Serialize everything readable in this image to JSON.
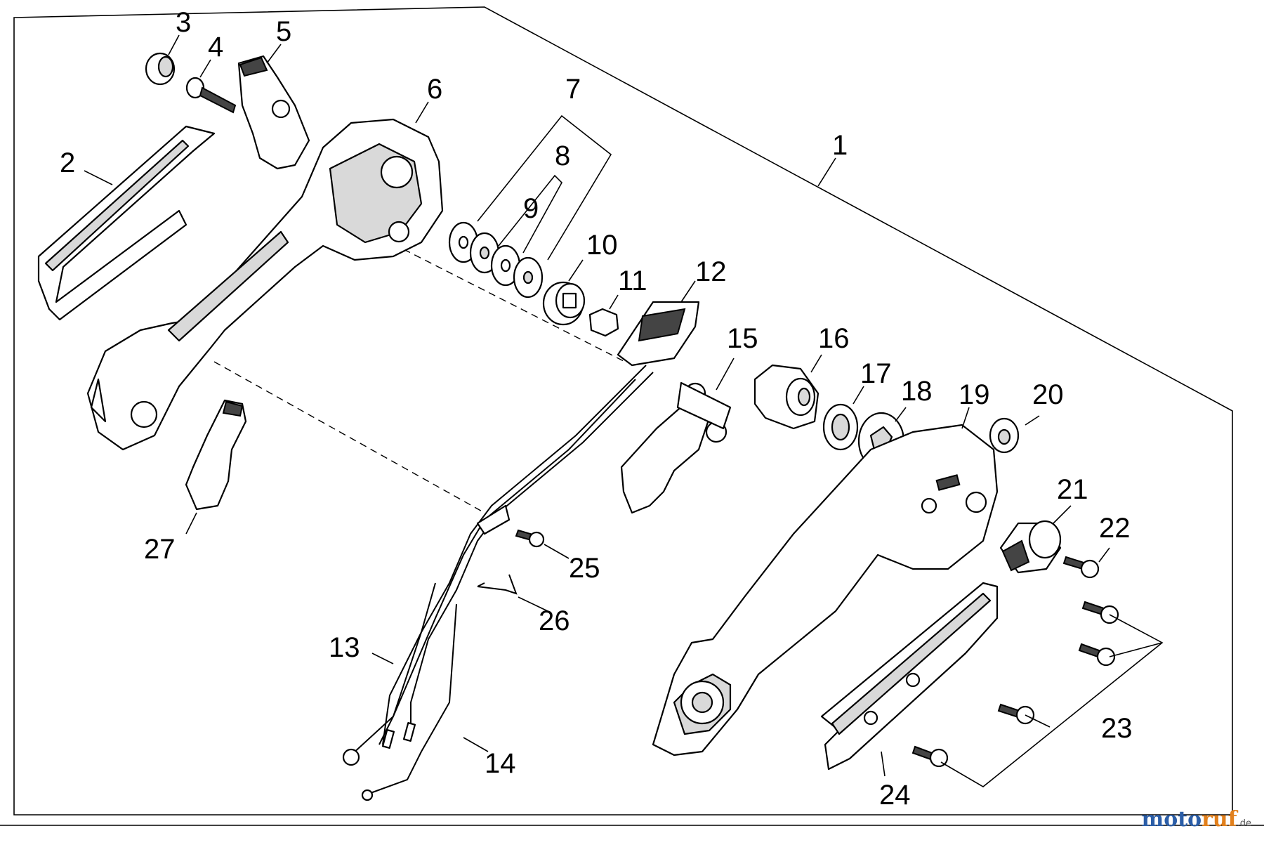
{
  "diagram": {
    "callouts": [
      {
        "id": "1",
        "label": "1"
      },
      {
        "id": "2",
        "label": "2"
      },
      {
        "id": "3",
        "label": "3"
      },
      {
        "id": "4",
        "label": "4"
      },
      {
        "id": "5",
        "label": "5"
      },
      {
        "id": "6",
        "label": "6"
      },
      {
        "id": "7",
        "label": "7"
      },
      {
        "id": "8",
        "label": "8"
      },
      {
        "id": "9",
        "label": "9"
      },
      {
        "id": "10",
        "label": "10"
      },
      {
        "id": "11",
        "label": "11"
      },
      {
        "id": "12",
        "label": "12"
      },
      {
        "id": "13",
        "label": "13"
      },
      {
        "id": "14",
        "label": "14"
      },
      {
        "id": "15",
        "label": "15"
      },
      {
        "id": "16",
        "label": "16"
      },
      {
        "id": "17",
        "label": "17"
      },
      {
        "id": "18",
        "label": "18"
      },
      {
        "id": "19",
        "label": "19"
      },
      {
        "id": "20",
        "label": "20"
      },
      {
        "id": "21",
        "label": "21"
      },
      {
        "id": "22",
        "label": "22"
      },
      {
        "id": "23",
        "label": "23"
      },
      {
        "id": "24",
        "label": "24"
      },
      {
        "id": "25",
        "label": "25"
      },
      {
        "id": "26",
        "label": "26"
      },
      {
        "id": "27",
        "label": "27"
      }
    ]
  },
  "watermark": {
    "part1": "moto",
    "part2": "ruf",
    "tld": ".de",
    "colors": {
      "moto": "#2b5ea8",
      "ruf": "#e2801c"
    }
  }
}
